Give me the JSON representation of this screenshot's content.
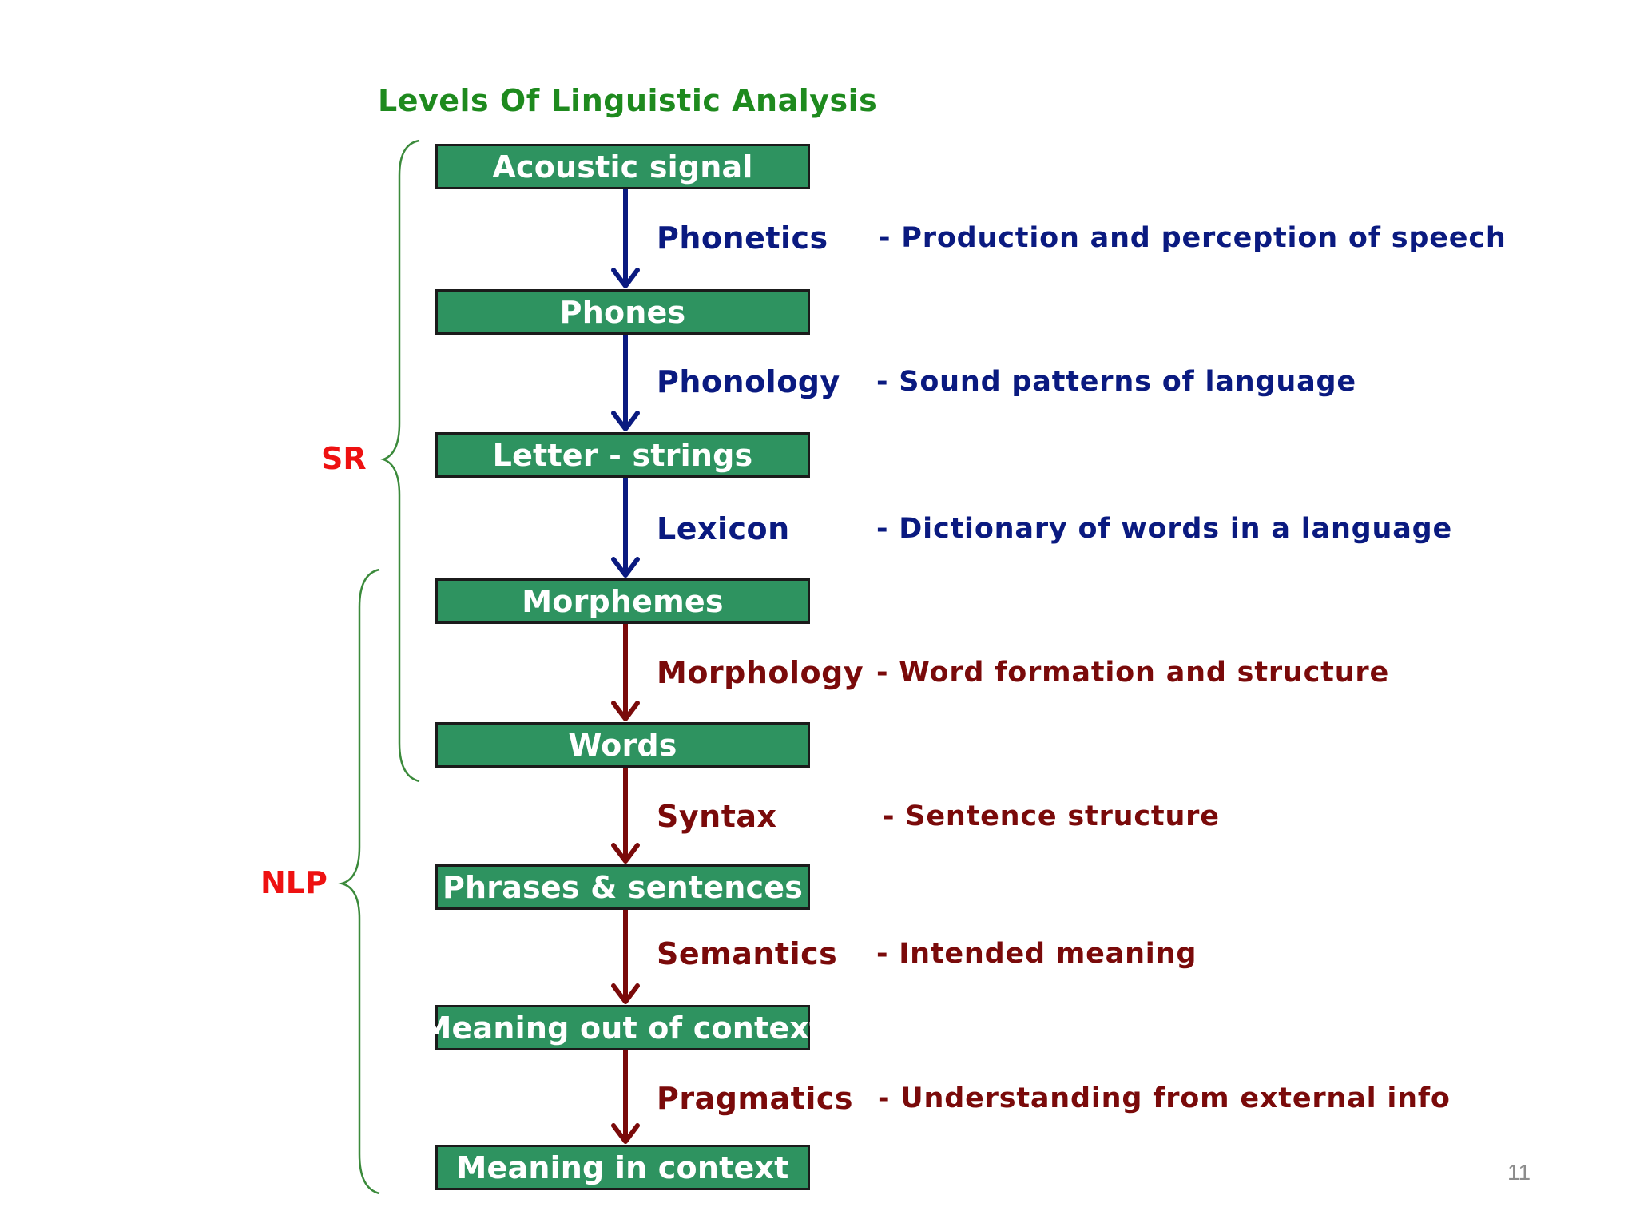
{
  "title": "Levels Of Linguistic Analysis",
  "page_number": "11",
  "colors": {
    "title": "#1e8a1e",
    "box_fill": "#2e9360",
    "box_text": "#ffffff",
    "blue": "#0a1a80",
    "dark_red": "#7a0a0a",
    "label_red": "#ee1111",
    "brace_green": "#3b8a3b",
    "page_number": "#8c8c8c"
  },
  "braces": {
    "sr": {
      "label": "SR",
      "spans": "Acoustic signal to Words"
    },
    "nlp": {
      "label": "NLP",
      "spans": "Morphemes to Meaning in context"
    }
  },
  "levels": [
    {
      "label": "Acoustic signal"
    },
    {
      "label": "Phones"
    },
    {
      "label": "Letter - strings"
    },
    {
      "label": "Morphemes"
    },
    {
      "label": "Words"
    },
    {
      "label": "Phrases & sentences"
    },
    {
      "label": "Meaning out of context"
    },
    {
      "label": "Meaning in context"
    }
  ],
  "processes": [
    {
      "name": "Phonetics",
      "description": "- Production and perception of speech",
      "color": "blue"
    },
    {
      "name": "Phonology",
      "description": "- Sound patterns of language",
      "color": "blue"
    },
    {
      "name": "Lexicon",
      "description": "- Dictionary of words in a language",
      "color": "blue"
    },
    {
      "name": "Morphology",
      "description": "- Word formation and structure",
      "color": "dark_red"
    },
    {
      "name": "Syntax",
      "description": "- Sentence structure",
      "color": "dark_red"
    },
    {
      "name": "Semantics",
      "description": "- Intended meaning",
      "color": "dark_red"
    },
    {
      "name": "Pragmatics",
      "description": "- Understanding from external  info",
      "color": "dark_red"
    }
  ]
}
